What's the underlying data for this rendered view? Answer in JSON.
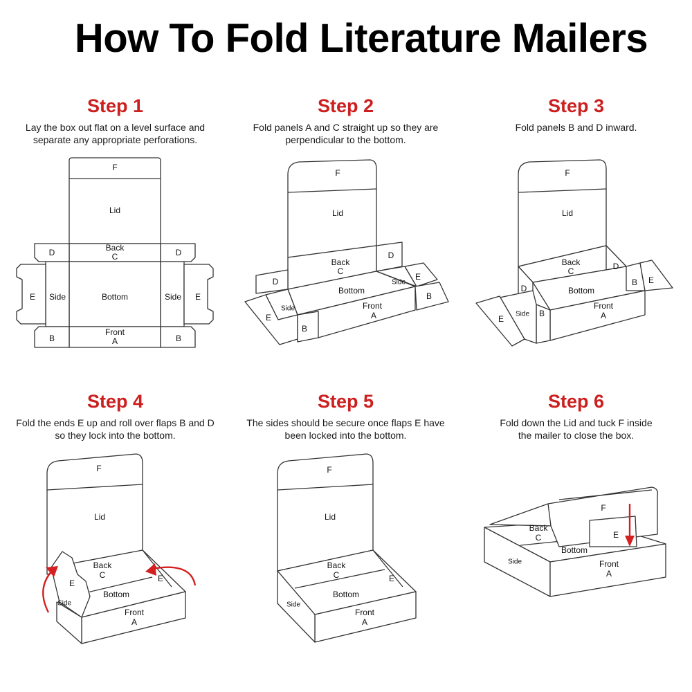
{
  "title": "How To Fold Literature Mailers",
  "labels": {
    "F": "F",
    "lid": "Lid",
    "back": "Back",
    "C": "C",
    "D": "D",
    "E": "E",
    "side": "Side",
    "bottom": "Bottom",
    "front": "Front",
    "A": "A",
    "B": "B"
  },
  "steps": [
    {
      "heading": "Step 1",
      "lines": [
        "Lay the box out flat on a level surface and",
        "separate any appropriate perforations."
      ]
    },
    {
      "heading": "Step 2",
      "lines": [
        "Fold panels A and C straight up so they are",
        "perpendicular to the bottom."
      ]
    },
    {
      "heading": "Step 3",
      "lines": [
        "Fold panels B and D inward."
      ]
    },
    {
      "heading": "Step 4",
      "lines": [
        "Fold the ends E up and roll over flaps B and D",
        "so they lock into the bottom."
      ]
    },
    {
      "heading": "Step 5",
      "lines": [
        "The sides should be secure once flaps E have",
        "been locked into the bottom."
      ]
    },
    {
      "heading": "Step 6",
      "lines": [
        "Fold down the Lid and tuck F inside",
        "the mailer to close the box."
      ]
    }
  ],
  "colors": {
    "heading": "#cc1f1f",
    "arrow": "#d42020",
    "line": "#333333"
  }
}
